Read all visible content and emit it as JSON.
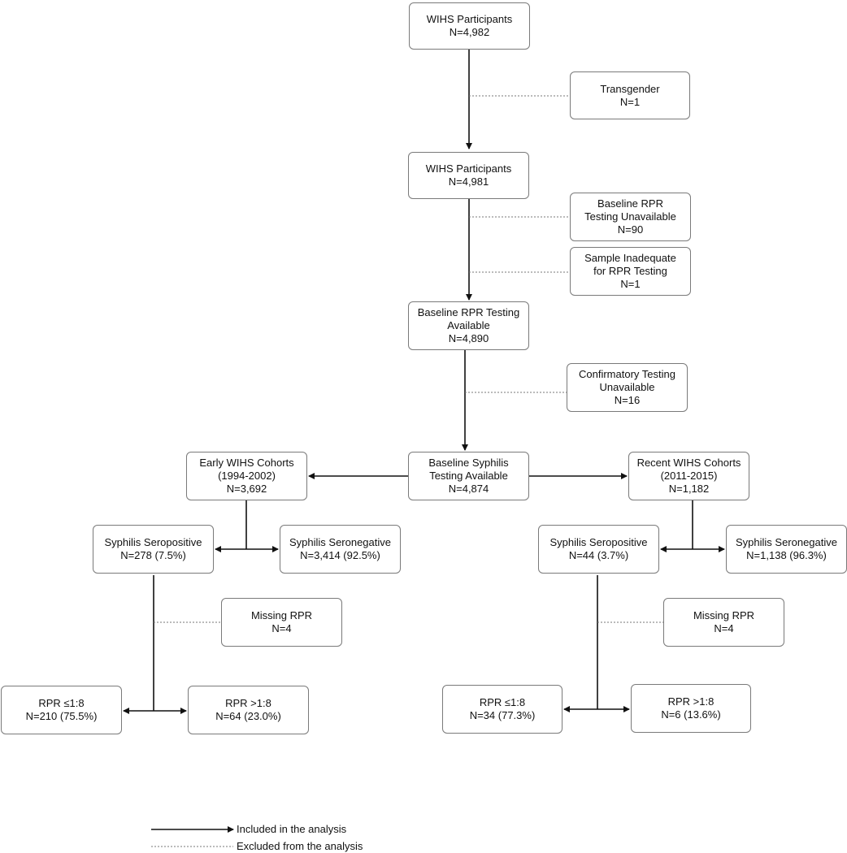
{
  "boxes": {
    "wihs_all": [
      "WIHS Participants",
      "N=4,982"
    ],
    "transgender": [
      "Transgender",
      "N=1"
    ],
    "wihs_minus_tg": [
      "WIHS Participants",
      "N=4,981"
    ],
    "rpr_unavailable": [
      "Baseline RPR",
      "Testing Unavailable",
      "N=90"
    ],
    "sample_inadequate": [
      "Sample Inadequate",
      "for RPR Testing",
      "N=1"
    ],
    "rpr_available": [
      "Baseline RPR Testing",
      "Available",
      "N=4,890"
    ],
    "confirm_unavailable": [
      "Confirmatory Testing",
      "Unavailable",
      "N=16"
    ],
    "syphilis_available": [
      "Baseline Syphilis",
      "Testing Available",
      "N=4,874"
    ],
    "early_cohorts": [
      "Early WIHS Cohorts",
      "(1994-2002)",
      "N=3,692"
    ],
    "recent_cohorts": [
      "Recent WIHS Cohorts",
      "(2011-2015)",
      "N=1,182"
    ],
    "early_seropositive": [
      "Syphilis Seropositive",
      "N=278 (7.5%)"
    ],
    "early_seronegative": [
      "Syphilis Seronegative",
      "N=3,414 (92.5%)"
    ],
    "recent_seropositive": [
      "Syphilis Seropositive",
      "N=44 (3.7%)"
    ],
    "recent_seronegative": [
      "Syphilis Seronegative",
      "N=1,138 (96.3%)"
    ],
    "early_missing_rpr": [
      "Missing RPR",
      "N=4"
    ],
    "recent_missing_rpr": [
      "Missing RPR",
      "N=4"
    ],
    "early_rpr_low": [
      "RPR ≤1:8",
      "N=210 (75.5%)"
    ],
    "early_rpr_high": [
      "RPR >1:8",
      "N=64 (23.0%)"
    ],
    "recent_rpr_low": [
      "RPR ≤1:8",
      "N=34 (77.3%)"
    ],
    "recent_rpr_high": [
      "RPR >1:8",
      "N=6 (13.6%)"
    ]
  },
  "legend": {
    "included": "Included in the analysis",
    "excluded": "Excluded from the analysis"
  },
  "colors": {
    "line": "#111111",
    "border": "#7a7a7a",
    "dotted": "#777777"
  }
}
